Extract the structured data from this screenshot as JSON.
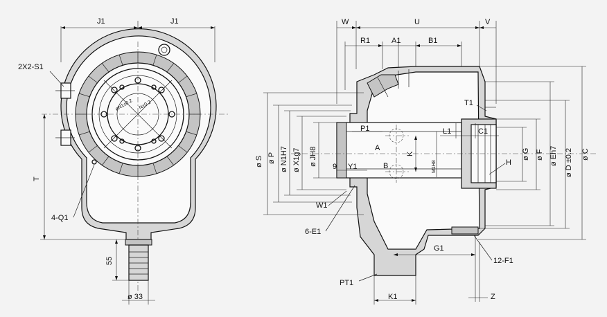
{
  "front_view": {
    "labels": {
      "j1_left": "J1",
      "j1_right": "J1",
      "s1": "2X2-S1",
      "t": "T",
      "q1": "4-Q1",
      "dim_55": "55",
      "dia_33": "ø 33",
      "pcd1": "øN1±0.2",
      "pcd2": "N±0.2"
    }
  },
  "side_view": {
    "labels": {
      "w": "W",
      "u": "U",
      "v": "V",
      "r1": "R1",
      "a1": "A1",
      "b1": "B1",
      "t1": "T1",
      "p1": "P1",
      "l1": "L1",
      "c1": "C1",
      "a": "A",
      "b": "B",
      "k": "K",
      "m": "M1H8",
      "h": "H",
      "nine": "9",
      "y1": "Y1",
      "w1": "W1",
      "e1": "6-E1",
      "g1": "G1",
      "f1": "12-F1",
      "pt1": "PT1",
      "k1": "K1",
      "z": "Z",
      "dia_s": "ø S",
      "dia_p": "ø P",
      "dia_n1": "ø N1H7",
      "dia_x1": "ø X1g7",
      "dia_j": "ø JH8",
      "dia_g": "ø G",
      "dia_f": "ø F",
      "dia_e": "ø Eh7",
      "dia_d": "ø D ±0.2",
      "dia_c": "ø C"
    }
  }
}
